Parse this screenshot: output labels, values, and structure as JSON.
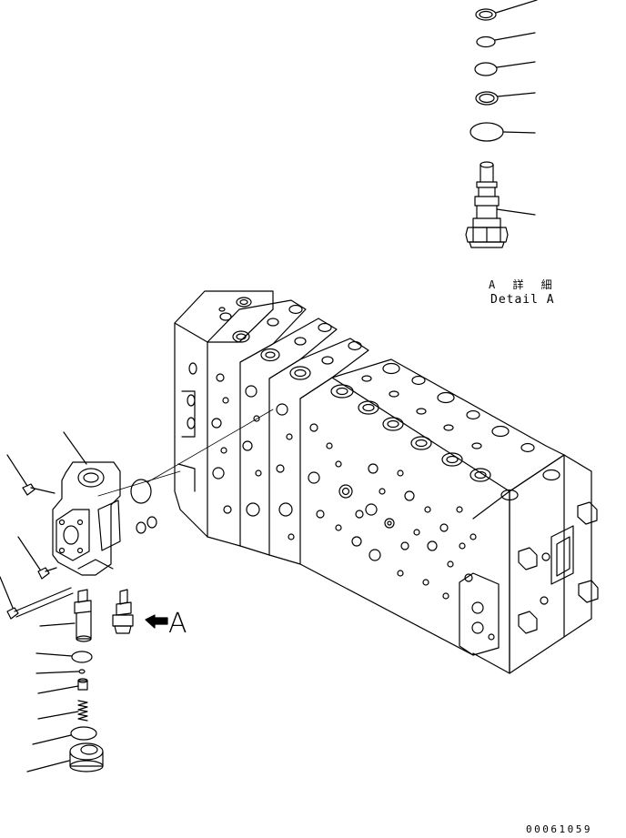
{
  "detail": {
    "title_jp": "A 詳 細",
    "title_en": "Detail A"
  },
  "view_marker": {
    "letter": "A"
  },
  "drawing_number": "00061059",
  "colors": {
    "line": "#000000",
    "background": "#ffffff"
  }
}
